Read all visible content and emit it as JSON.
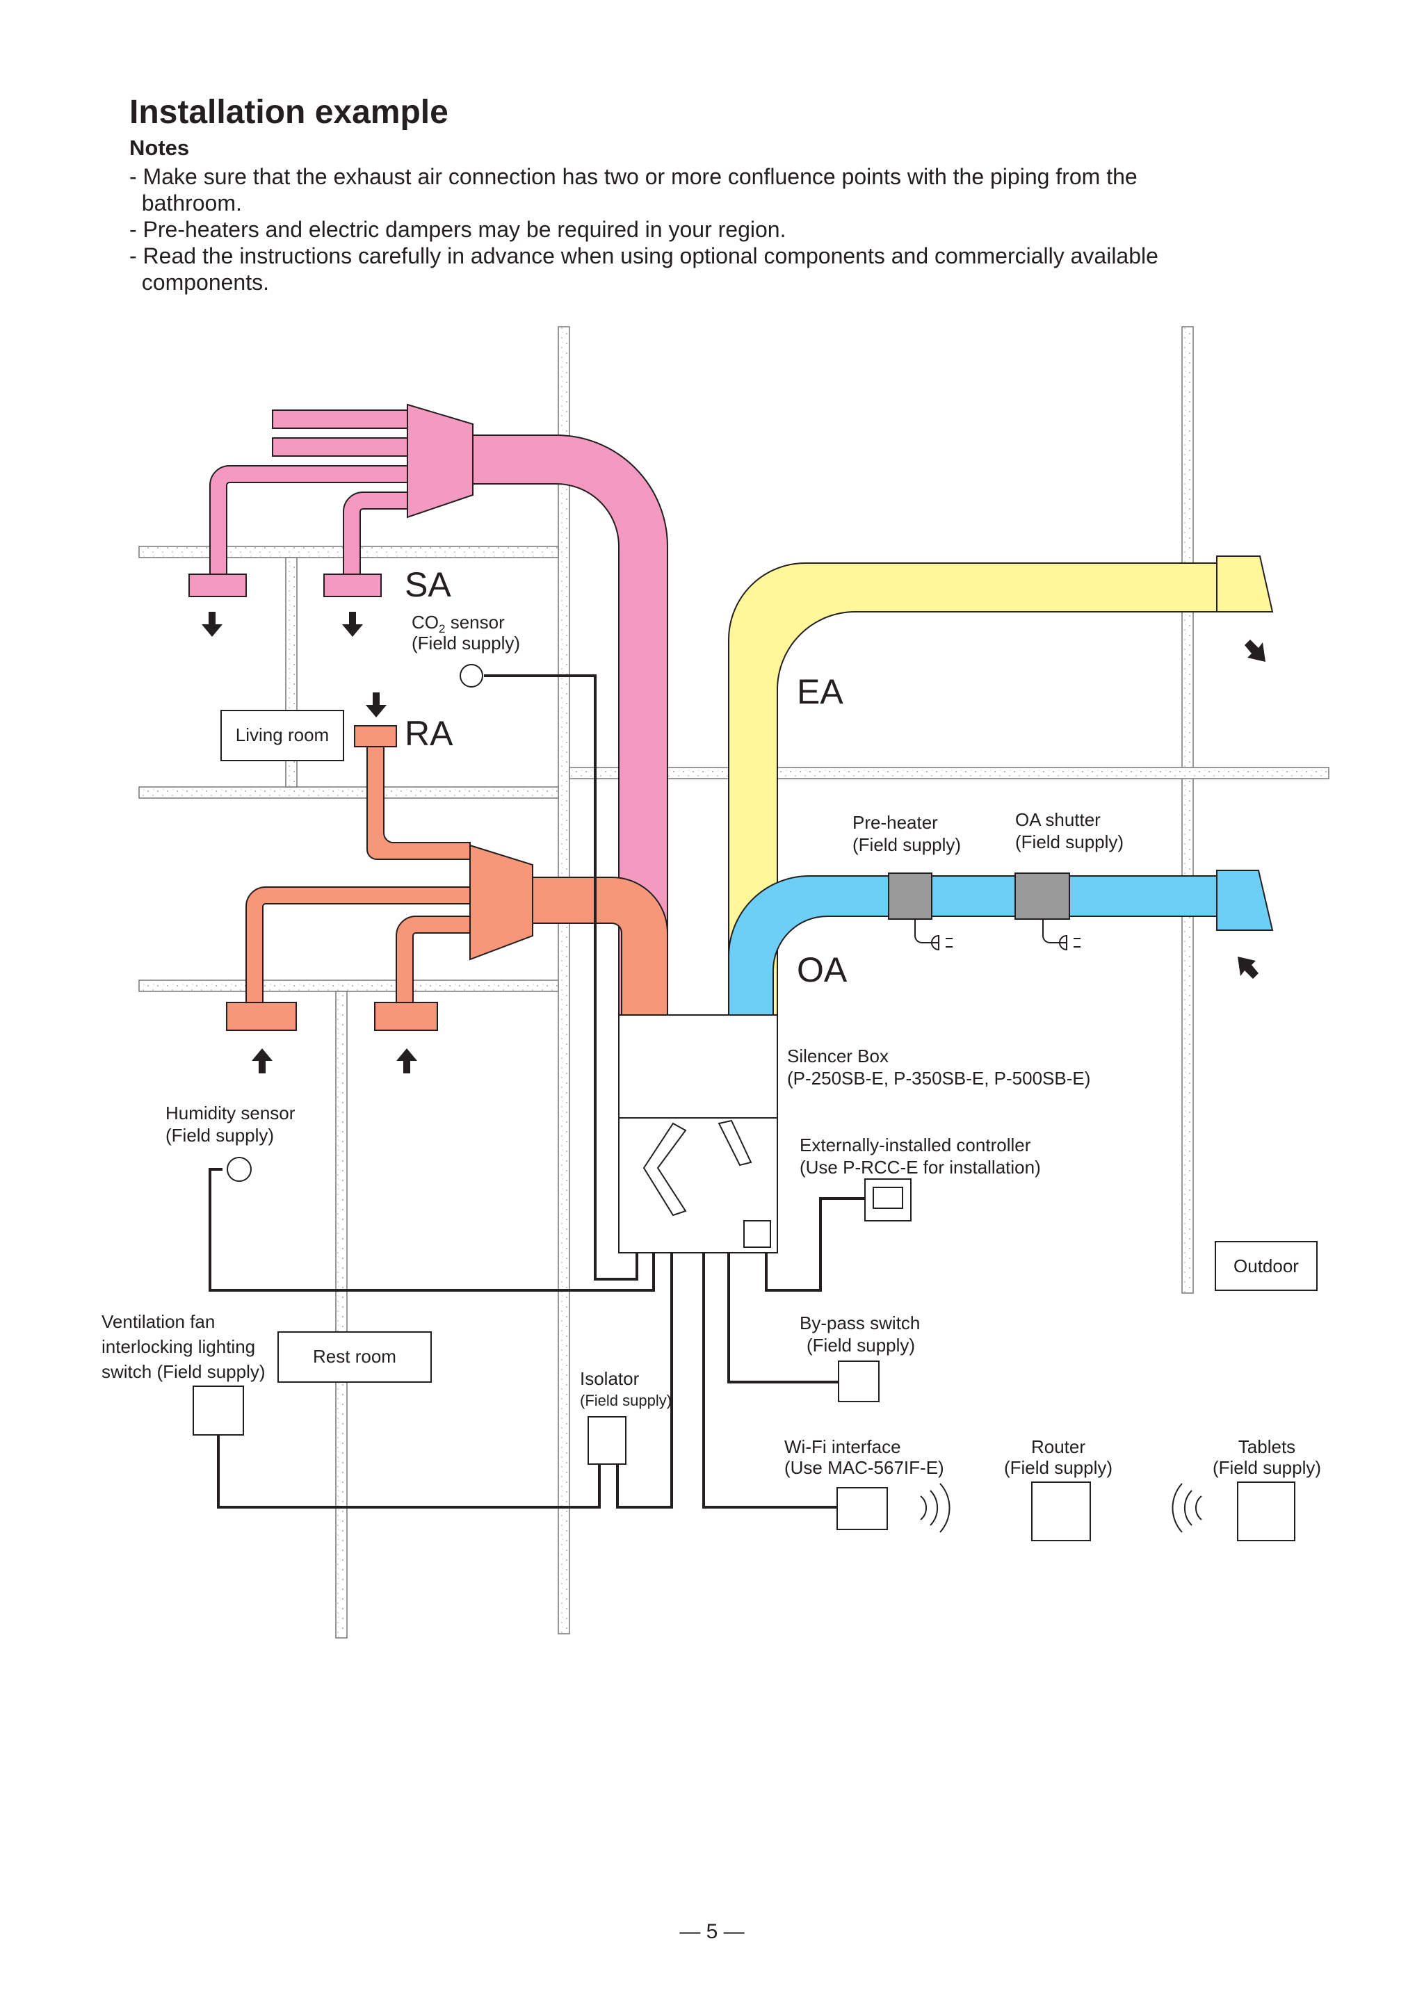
{
  "title": "Installation example",
  "notes": {
    "heading": "Notes",
    "items": [
      "- Make sure that the exhaust air connection has two or more confluence points with the piping from the",
      "  bathroom.",
      "- Pre-heaters and electric dampers may be required in your region.",
      "- Read the instructions carefully in advance when using optional components and commercially available",
      "  components."
    ]
  },
  "diagram": {
    "airflows": {
      "sa": "SA",
      "ra": "RA",
      "ea": "EA",
      "oa": "OA"
    },
    "colors": {
      "sa": "#f49ac1",
      "ra": "#f7977a",
      "ea": "#fff799",
      "oa": "#6dcff6",
      "component": "#999999"
    },
    "labels": {
      "co2_sensor": [
        "CO",
        "2",
        " sensor",
        "(Field supply)"
      ],
      "living_room": "Living room",
      "rest_room": "Rest room",
      "outdoor": "Outdoor",
      "pre_heater": [
        "Pre-heater",
        "(Field supply)"
      ],
      "oa_shutter": [
        "OA shutter",
        "(Field supply)"
      ],
      "silencer_box": [
        "Silencer Box",
        "(P-250SB-E, P-350SB-E, P-500SB-E)"
      ],
      "ext_controller": [
        "Externally-installed controller",
        "(Use P-RCC-E for installation)"
      ],
      "humidity_sensor": [
        "Humidity sensor",
        "(Field supply)"
      ],
      "vent_fan_switch": [
        "Ventilation fan",
        "interlocking lighting",
        "switch (Field supply)"
      ],
      "isolator": [
        "Isolator",
        "(Field supply)"
      ],
      "bypass_switch": [
        "By-pass switch",
        "(Field supply)"
      ],
      "wifi_interface": [
        "Wi-Fi interface",
        "(Use MAC-567IF-E)"
      ],
      "router": [
        "Router",
        "(Field supply)"
      ],
      "tablets": [
        "Tablets",
        "(Field supply)"
      ]
    }
  },
  "page_number": "— 5 —"
}
